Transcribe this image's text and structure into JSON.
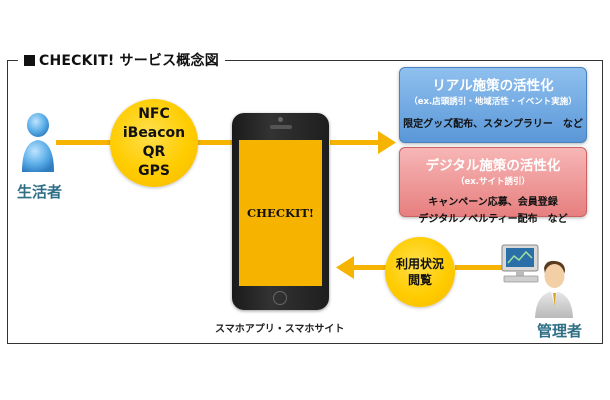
{
  "title": "CHECKIT!  サービス概念図",
  "consumer": {
    "label": "生活者",
    "icon": "person-icon"
  },
  "manager": {
    "label": "管理者",
    "icon": "person-at-computer-icon"
  },
  "tech_circle": {
    "lines": [
      "NFC",
      "iBeacon",
      "QR",
      "GPS"
    ]
  },
  "view_circle": {
    "lines": [
      "利用状況",
      "閲覧"
    ]
  },
  "phone": {
    "screen_text": "CHECKIT!",
    "caption": "スマホアプリ・スマホサイト"
  },
  "blue_box": {
    "heading": "リアル施策の活性化",
    "sub": "（ex.店頭誘引・地域活性・イベント実施）",
    "line": "限定グッズ配布、スタンプラリー　など"
  },
  "red_box": {
    "heading": "デジタル施策の活性化",
    "sub": "（ex.サイト誘引）",
    "lines": [
      "キャンペーン応募、会員登録",
      "デジタルノベルティー配布　など"
    ]
  },
  "colors": {
    "arrow": "#f6b400",
    "circle": "#ffcc00",
    "screen": "#f6b400",
    "blue": "#5a97d8",
    "red": "#e77f7f",
    "person": "#4a9bd1",
    "label": "#2f6f86"
  }
}
